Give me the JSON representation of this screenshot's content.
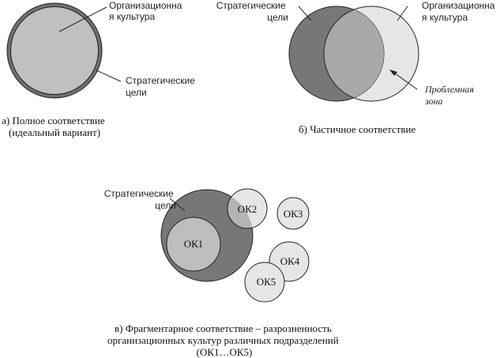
{
  "panel_a": {
    "org_culture_label": [
      "Организационна",
      "я культура"
    ],
    "strategic_goals_label": [
      "Стратегические",
      "цели"
    ],
    "caption": [
      "а) Полное соответствие",
      "(идеальный вариант)"
    ]
  },
  "panel_b": {
    "strategic_goals_label": [
      "Стратегические",
      "цели"
    ],
    "org_culture_label": [
      "Организационна",
      "я культура"
    ],
    "problem_zone_label": [
      "Проблемная",
      "зона"
    ],
    "caption": "б) Частичное соответствие"
  },
  "panel_c": {
    "strategic_goals_label": [
      "Стратегические",
      "цели"
    ],
    "circles": [
      "ОК1",
      "ОК2",
      "ОК3",
      "ОК4",
      "ОК5"
    ],
    "caption": [
      "в) Фрагментарное соответствие – разрозненность",
      "организационных культур различных подразделений",
      "(ОК1…ОК5)"
    ]
  },
  "colors": {
    "dark": "#777777",
    "mid": "#bebebe",
    "light": "#e6e6e6",
    "overlap": "#a9a9a9"
  }
}
